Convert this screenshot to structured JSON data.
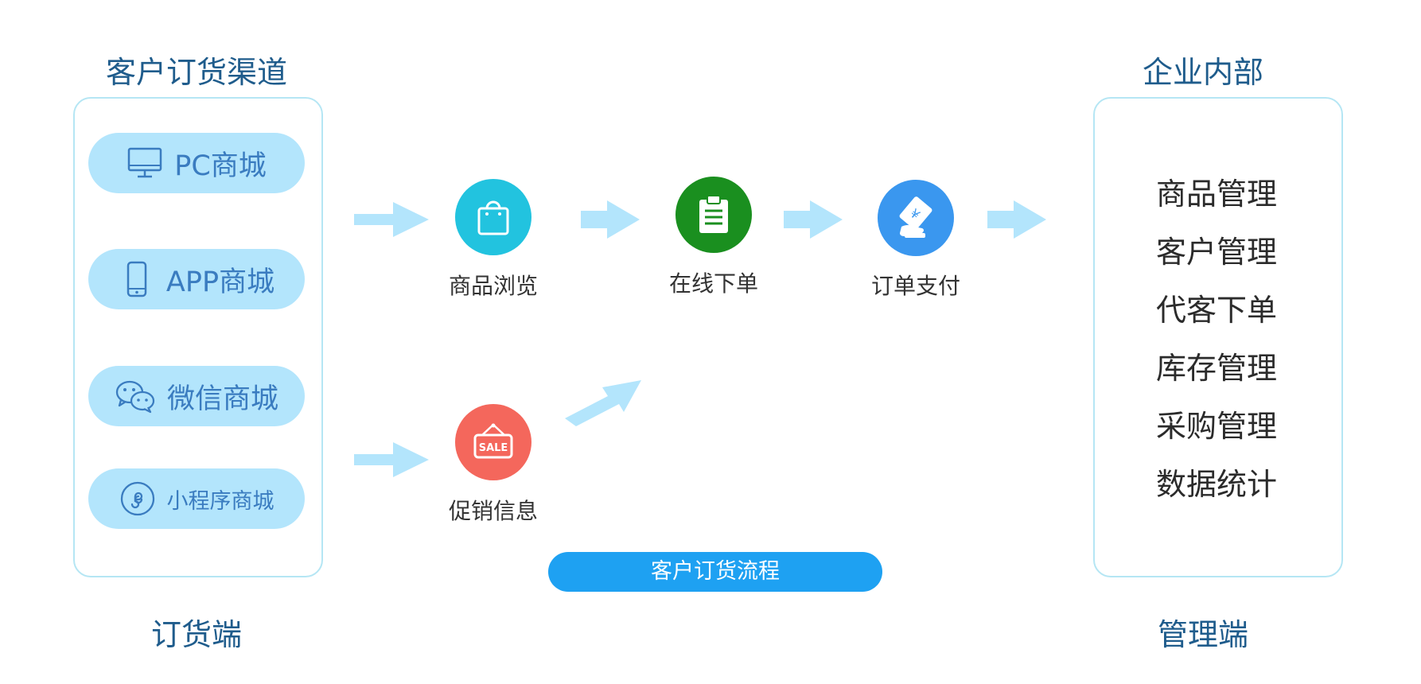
{
  "left": {
    "heading": "客户订货渠道",
    "footer": "订货端",
    "channels": [
      {
        "label": "PC商城",
        "icon": "monitor-icon"
      },
      {
        "label": "APP商城",
        "icon": "phone-icon"
      },
      {
        "label": "微信商城",
        "icon": "wechat-icon"
      },
      {
        "label": "小程序商城",
        "icon": "mini-program-icon"
      }
    ]
  },
  "flow": {
    "steps": [
      {
        "label": "商品浏览",
        "icon": "shopping-bag-icon",
        "color": "#22c3df"
      },
      {
        "label": "在线下单",
        "icon": "clipboard-icon",
        "color": "#1a8f1f"
      },
      {
        "label": "订单支付",
        "icon": "payment-card-icon",
        "color": "#3a97ef"
      },
      {
        "label": "促销信息",
        "icon": "sale-sign-icon",
        "color": "#f4675c"
      }
    ],
    "process_label": "客户订货流程"
  },
  "right": {
    "heading": "企业内部",
    "footer": "管理端",
    "items": [
      "商品管理",
      "客户管理",
      "代客下单",
      "库存管理",
      "采购管理",
      "数据统计"
    ]
  },
  "colors": {
    "arrow": "#b3e5fc",
    "channel_bg": "#b3e5fc",
    "channel_text": "#3a7cc0",
    "heading": "#1f5c8c",
    "panel_border": "#b5e6f4",
    "button": "#1ea1f2"
  }
}
